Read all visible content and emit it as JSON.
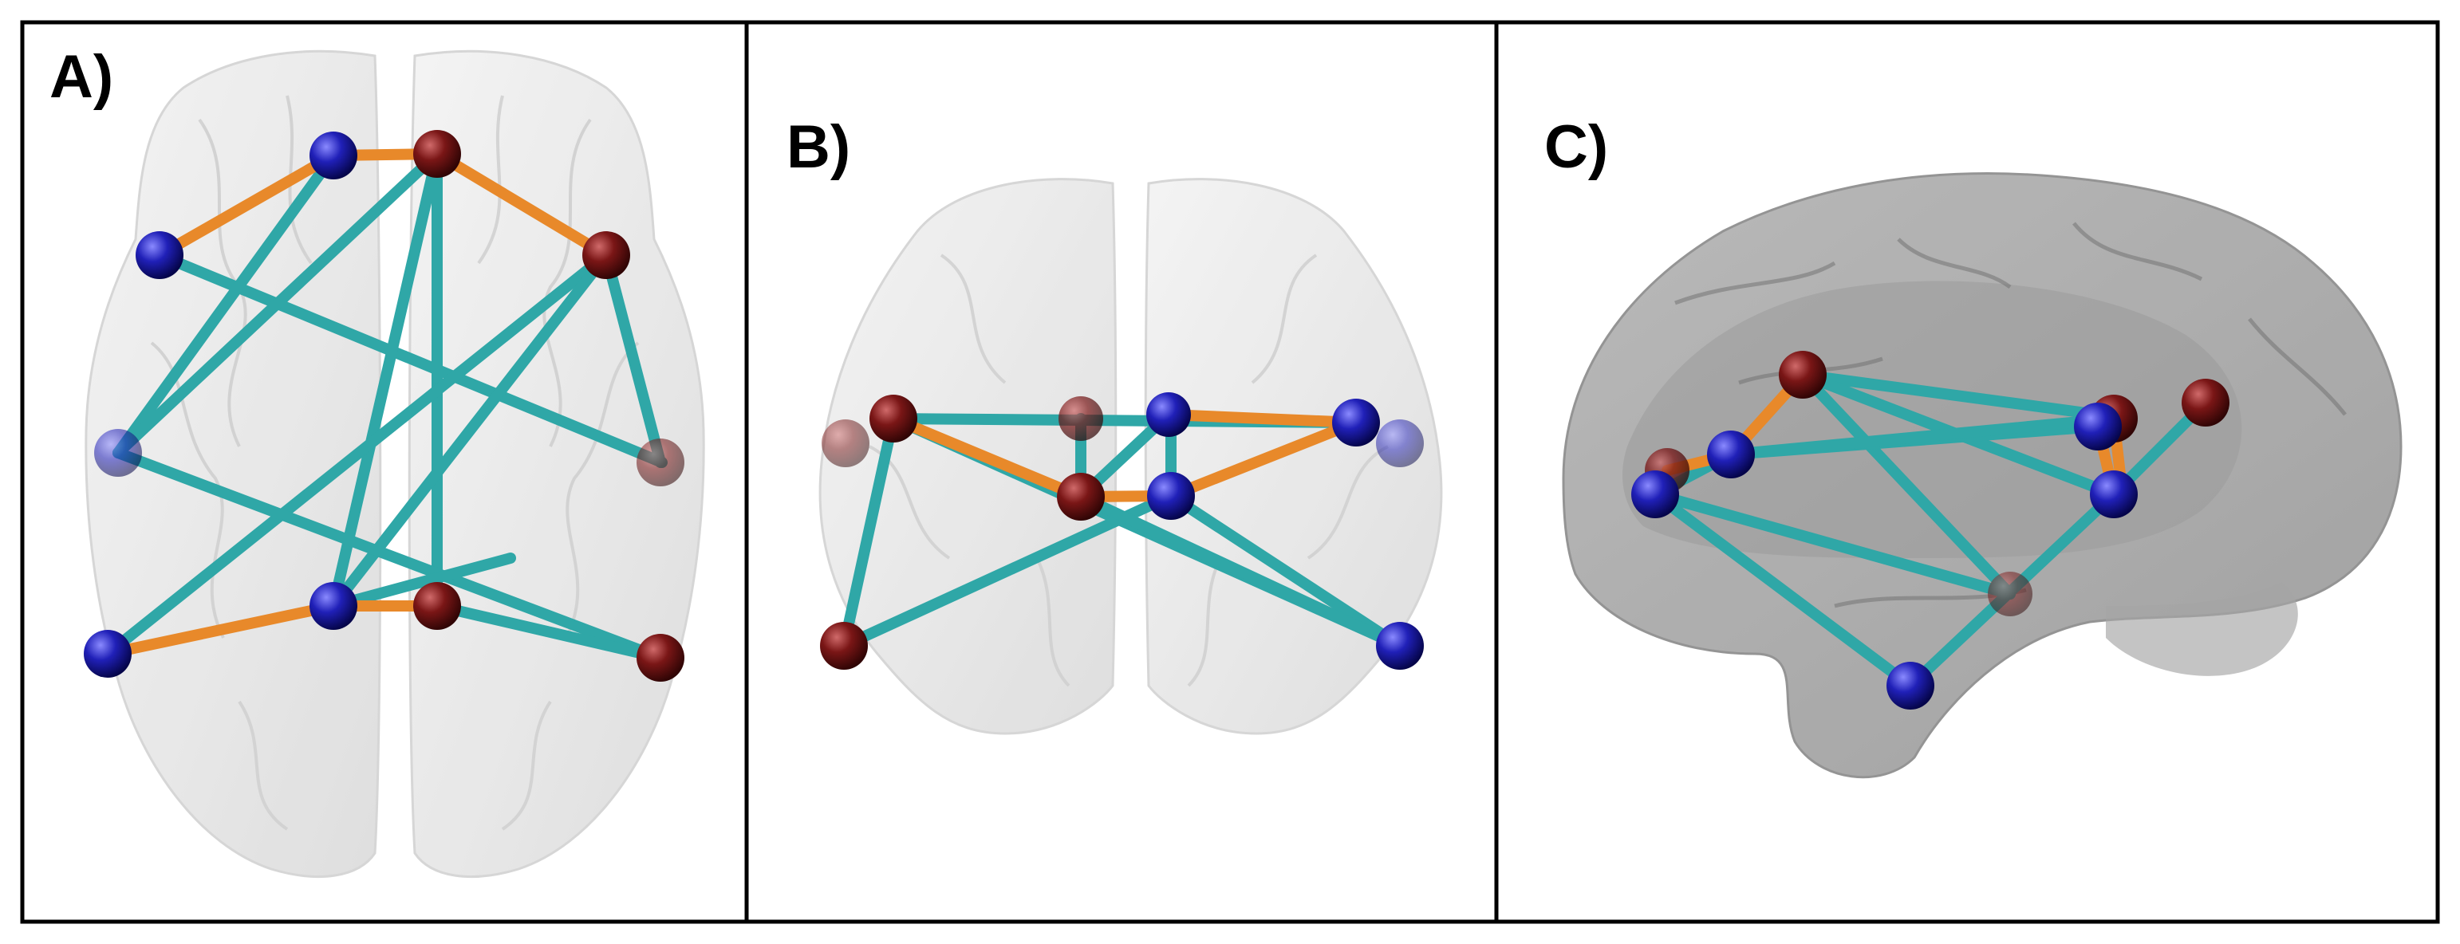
{
  "figure": {
    "panels": [
      {
        "label": "A)",
        "view": "axial"
      },
      {
        "label": "B)",
        "view": "coronal"
      },
      {
        "label": "C)",
        "view": "sagittal"
      }
    ]
  },
  "colors": {
    "node_blue": "#1a1aa6",
    "node_red": "#7a1414",
    "edge_teal": "#2fa7a7",
    "edge_orange": "#e8892a",
    "brain_light": "#e6e6e6",
    "brain_dark": "#8c8c8c",
    "border": "#000000"
  }
}
